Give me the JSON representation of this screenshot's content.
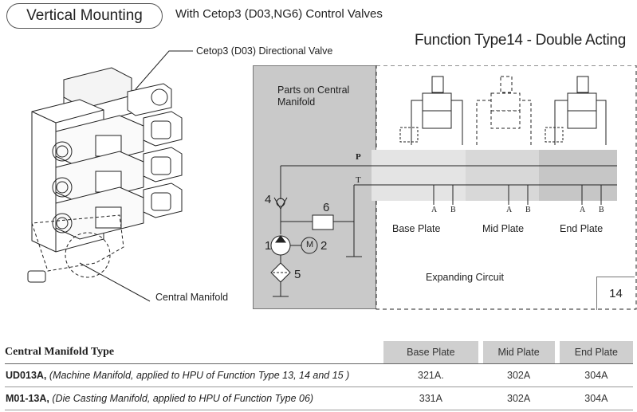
{
  "header": {
    "badge": "Vertical Mounting",
    "subtitle": "With Cetop3 (D03,NG6) Control Valves",
    "function_title": "Function Type14 - Double Acting"
  },
  "illustration": {
    "valve_callout": "Cetop3 (D03) Directional Valve",
    "manifold_callout": "Central Manifold"
  },
  "circuit": {
    "central_label": "Parts on Central Manifold",
    "port_p": "P",
    "port_t": "T",
    "numbers": [
      "4",
      "6",
      "1",
      "2",
      "5"
    ],
    "motor_symbol": "M",
    "plates": [
      {
        "label": "Base Plate",
        "port_a": "A",
        "port_b": "B"
      },
      {
        "label": "Mid Plate",
        "port_a": "A",
        "port_b": "B"
      },
      {
        "label": "End Plate",
        "port_a": "A",
        "port_b": "B"
      }
    ],
    "expanding_label": "Expanding Circuit",
    "page_number": "14"
  },
  "table": {
    "header": {
      "type": "Central Manifold Type",
      "cols": [
        "Base Plate",
        "Mid Plate",
        "End Plate"
      ]
    },
    "rows": [
      {
        "model": "UD013A,",
        "note": "(Machine Manifold, applied to HPU of Function Type 13, 14 and 15 )",
        "values": [
          "321A.",
          "302A",
          "304A"
        ]
      },
      {
        "model": "M01-13A,",
        "note": "(Die Casting Manifold, applied to HPU of Function Type 06)",
        "values": [
          "331A",
          "302A",
          "304A"
        ]
      }
    ]
  }
}
